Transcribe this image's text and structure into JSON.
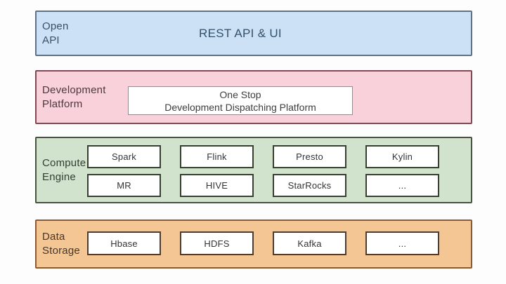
{
  "layers": [
    {
      "name": "open-api",
      "label_line1": "Open",
      "label_line2": "API",
      "title": "REST API & UI",
      "fill": "#cde1f6",
      "border": "#5d7288"
    },
    {
      "name": "development-platform",
      "label_line1": "Development",
      "label_line2": "Platform",
      "box_line1": "One Stop",
      "box_line2": "Development Dispatching Platform",
      "fill": "#f8d1da",
      "border": "#7e4a53"
    },
    {
      "name": "compute-engine",
      "label_line1": "Compute",
      "label_line2": "Engine",
      "boxes_row1": [
        "Spark",
        "Flink",
        "Presto",
        "Kylin"
      ],
      "boxes_row2": [
        "MR",
        "HIVE",
        "StarRocks",
        "..."
      ],
      "fill": "#d1e3cd",
      "border": "#46543f"
    },
    {
      "name": "data-storage",
      "label_line1": "Data",
      "label_line2": "Storage",
      "boxes": [
        "Hbase",
        "HDFS",
        "Kafka",
        "..."
      ],
      "fill": "#f4c694",
      "border": "#8a5a33"
    }
  ]
}
